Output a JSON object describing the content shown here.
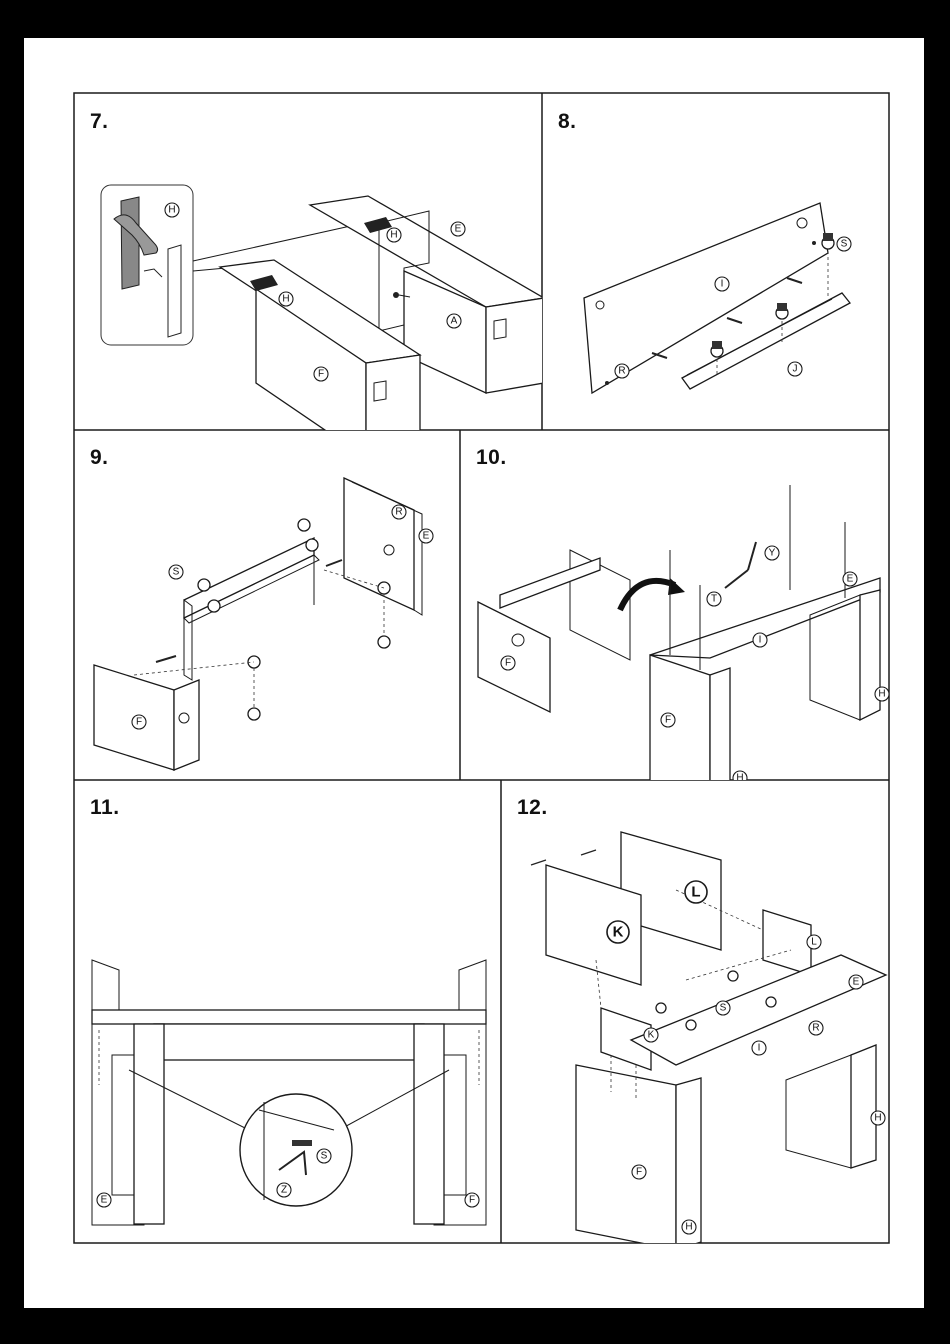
{
  "steps": [
    {
      "number": "7.",
      "labels": [
        "H",
        "H",
        "H",
        "E",
        "A",
        "F"
      ]
    },
    {
      "number": "8.",
      "labels": [
        "S",
        "I",
        "R",
        "J"
      ]
    },
    {
      "number": "9.",
      "labels": [
        "R",
        "E",
        "S",
        "F"
      ]
    },
    {
      "number": "10.",
      "labels": [
        "Y",
        "E",
        "T",
        "I",
        "F",
        "H",
        "H"
      ]
    },
    {
      "number": "11.",
      "labels": [
        "S",
        "Z",
        "E",
        "F"
      ]
    },
    {
      "number": "12.",
      "labels": [
        "L",
        "K",
        "L",
        "E",
        "S",
        "R",
        "K",
        "I",
        "F",
        "H",
        "H"
      ]
    }
  ]
}
